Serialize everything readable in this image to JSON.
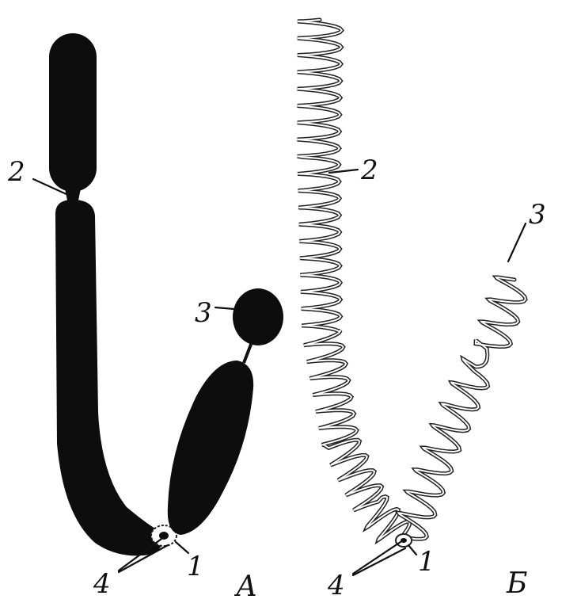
{
  "panel_a": {
    "letter": "А",
    "labels": {
      "one": "1",
      "two": "2",
      "three": "3",
      "four": "4"
    }
  },
  "panel_b": {
    "letter": "Б",
    "labels": {
      "one": "1",
      "two": "2",
      "three": "3",
      "four": "4"
    }
  },
  "colors": {
    "chromatin": "#0d0d0d",
    "background": "#ffffff"
  }
}
